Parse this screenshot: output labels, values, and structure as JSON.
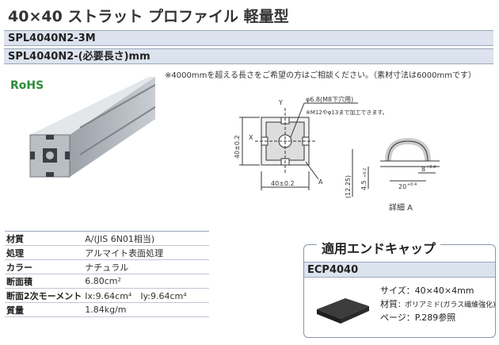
{
  "title": "40×40 ストラット プロファイル 軽量型",
  "codes": {
    "primary": "SPL4040N2-3M",
    "secondary": "SPL4040N2-(必要長さ)mm"
  },
  "note": "※4000mmを超える長さをご希望の方はご相談ください。（素材寸法は6000mmです）",
  "photo": {
    "badge": "RoHS"
  },
  "drawing": {
    "axis_y": "Y",
    "axis_x": "X",
    "hole_label": "φ6.8(M8下穴用)",
    "hole_note": "※M12やφ13まで加工できます。",
    "height_dim": "40±0.2",
    "width_dim": "40±0.2",
    "ref_a": "A"
  },
  "detail": {
    "dim1": "(12.25)",
    "dim2": "4.5",
    "dim2_tol": "+0.2",
    "dim3": "20",
    "dim3_tol": "+0.4",
    "dim4": "8",
    "dim4_tol": "+0.4",
    "label": "詳細 A"
  },
  "specs": [
    {
      "key": "材質",
      "value": "A/(JIS 6N01相当)"
    },
    {
      "key": "処理",
      "value": "アルマイト表面処理"
    },
    {
      "key": "カラー",
      "value": "ナチュラル"
    },
    {
      "key": "断面積",
      "value": "6.80cm²"
    },
    {
      "key": "断面2次モーメント",
      "value": "Ix:9.64cm⁴　Iy:9.64cm⁴"
    },
    {
      "key": "質量",
      "value": "1.84kg/m"
    }
  ],
  "endcap": {
    "heading": "適用エンドキャップ",
    "code": "ECP4040",
    "size": "サイズ：40×40×4mm",
    "material_key": "材質",
    "material_value": "：ポリアミド(ガラス繊維強化)",
    "page": "ページ：P.289参照"
  },
  "colors": {
    "band": "#dce3ee",
    "rohs": "#2e8b3a"
  }
}
